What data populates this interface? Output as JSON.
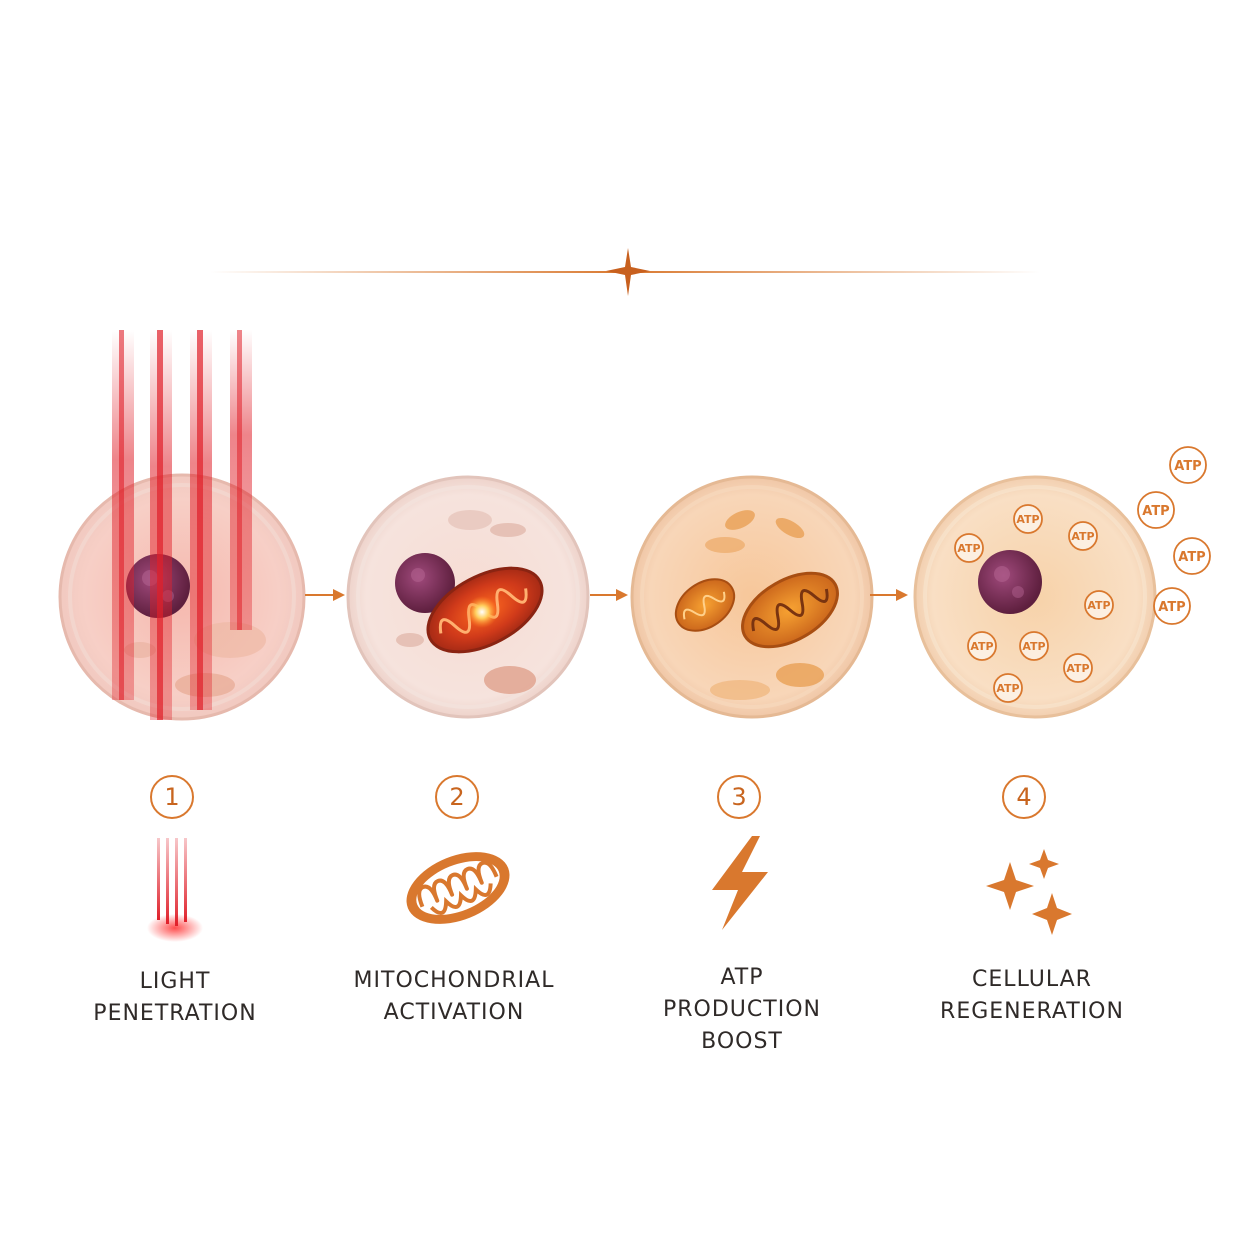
{
  "colors": {
    "accent": "#d9782e",
    "laser": "#e0202a",
    "nucleus": "#7a2a52",
    "text": "#2f2a28"
  },
  "atp_label": "ATP",
  "steps": [
    {
      "number": "1",
      "lines": [
        "LIGHT",
        "PENETRATION"
      ],
      "icon": "laser-beams-icon"
    },
    {
      "number": "2",
      "lines": [
        "MITOCHONDRIAL",
        "ACTIVATION"
      ],
      "icon": "mitochondrion-icon"
    },
    {
      "number": "3",
      "lines": [
        "ATP",
        "PRODUCTION",
        "BOOST"
      ],
      "icon": "lightning-bolt-icon"
    },
    {
      "number": "4",
      "lines": [
        "CELLULAR",
        "REGENERATION"
      ],
      "icon": "sparkles-icon"
    }
  ]
}
